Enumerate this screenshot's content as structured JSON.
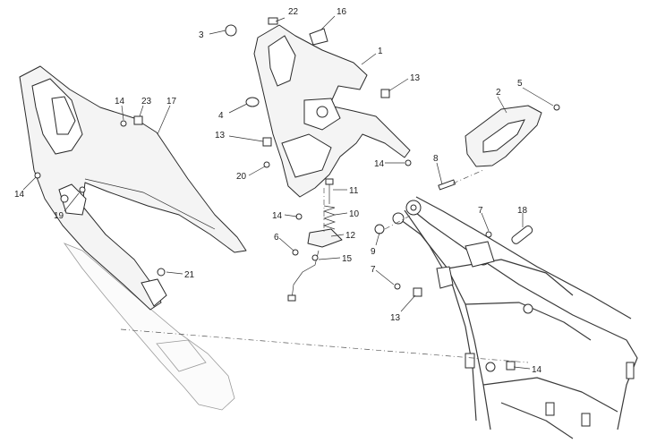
{
  "callouts": [
    {
      "text": "22"
    },
    {
      "text": "16"
    },
    {
      "text": "3"
    },
    {
      "text": "1"
    },
    {
      "text": "13"
    },
    {
      "text": "5"
    },
    {
      "text": "2"
    },
    {
      "text": "14"
    },
    {
      "text": "23"
    },
    {
      "text": "17"
    },
    {
      "text": "4"
    },
    {
      "text": "13"
    },
    {
      "text": "14"
    },
    {
      "text": "20"
    },
    {
      "text": "8"
    },
    {
      "text": "14"
    },
    {
      "text": "19"
    },
    {
      "text": "11"
    },
    {
      "text": "14"
    },
    {
      "text": "10"
    },
    {
      "text": "7"
    },
    {
      "text": "18"
    },
    {
      "text": "6"
    },
    {
      "text": "12"
    },
    {
      "text": "9"
    },
    {
      "text": "15"
    },
    {
      "text": "21"
    },
    {
      "text": "7"
    },
    {
      "text": "13"
    },
    {
      "text": "14"
    }
  ]
}
